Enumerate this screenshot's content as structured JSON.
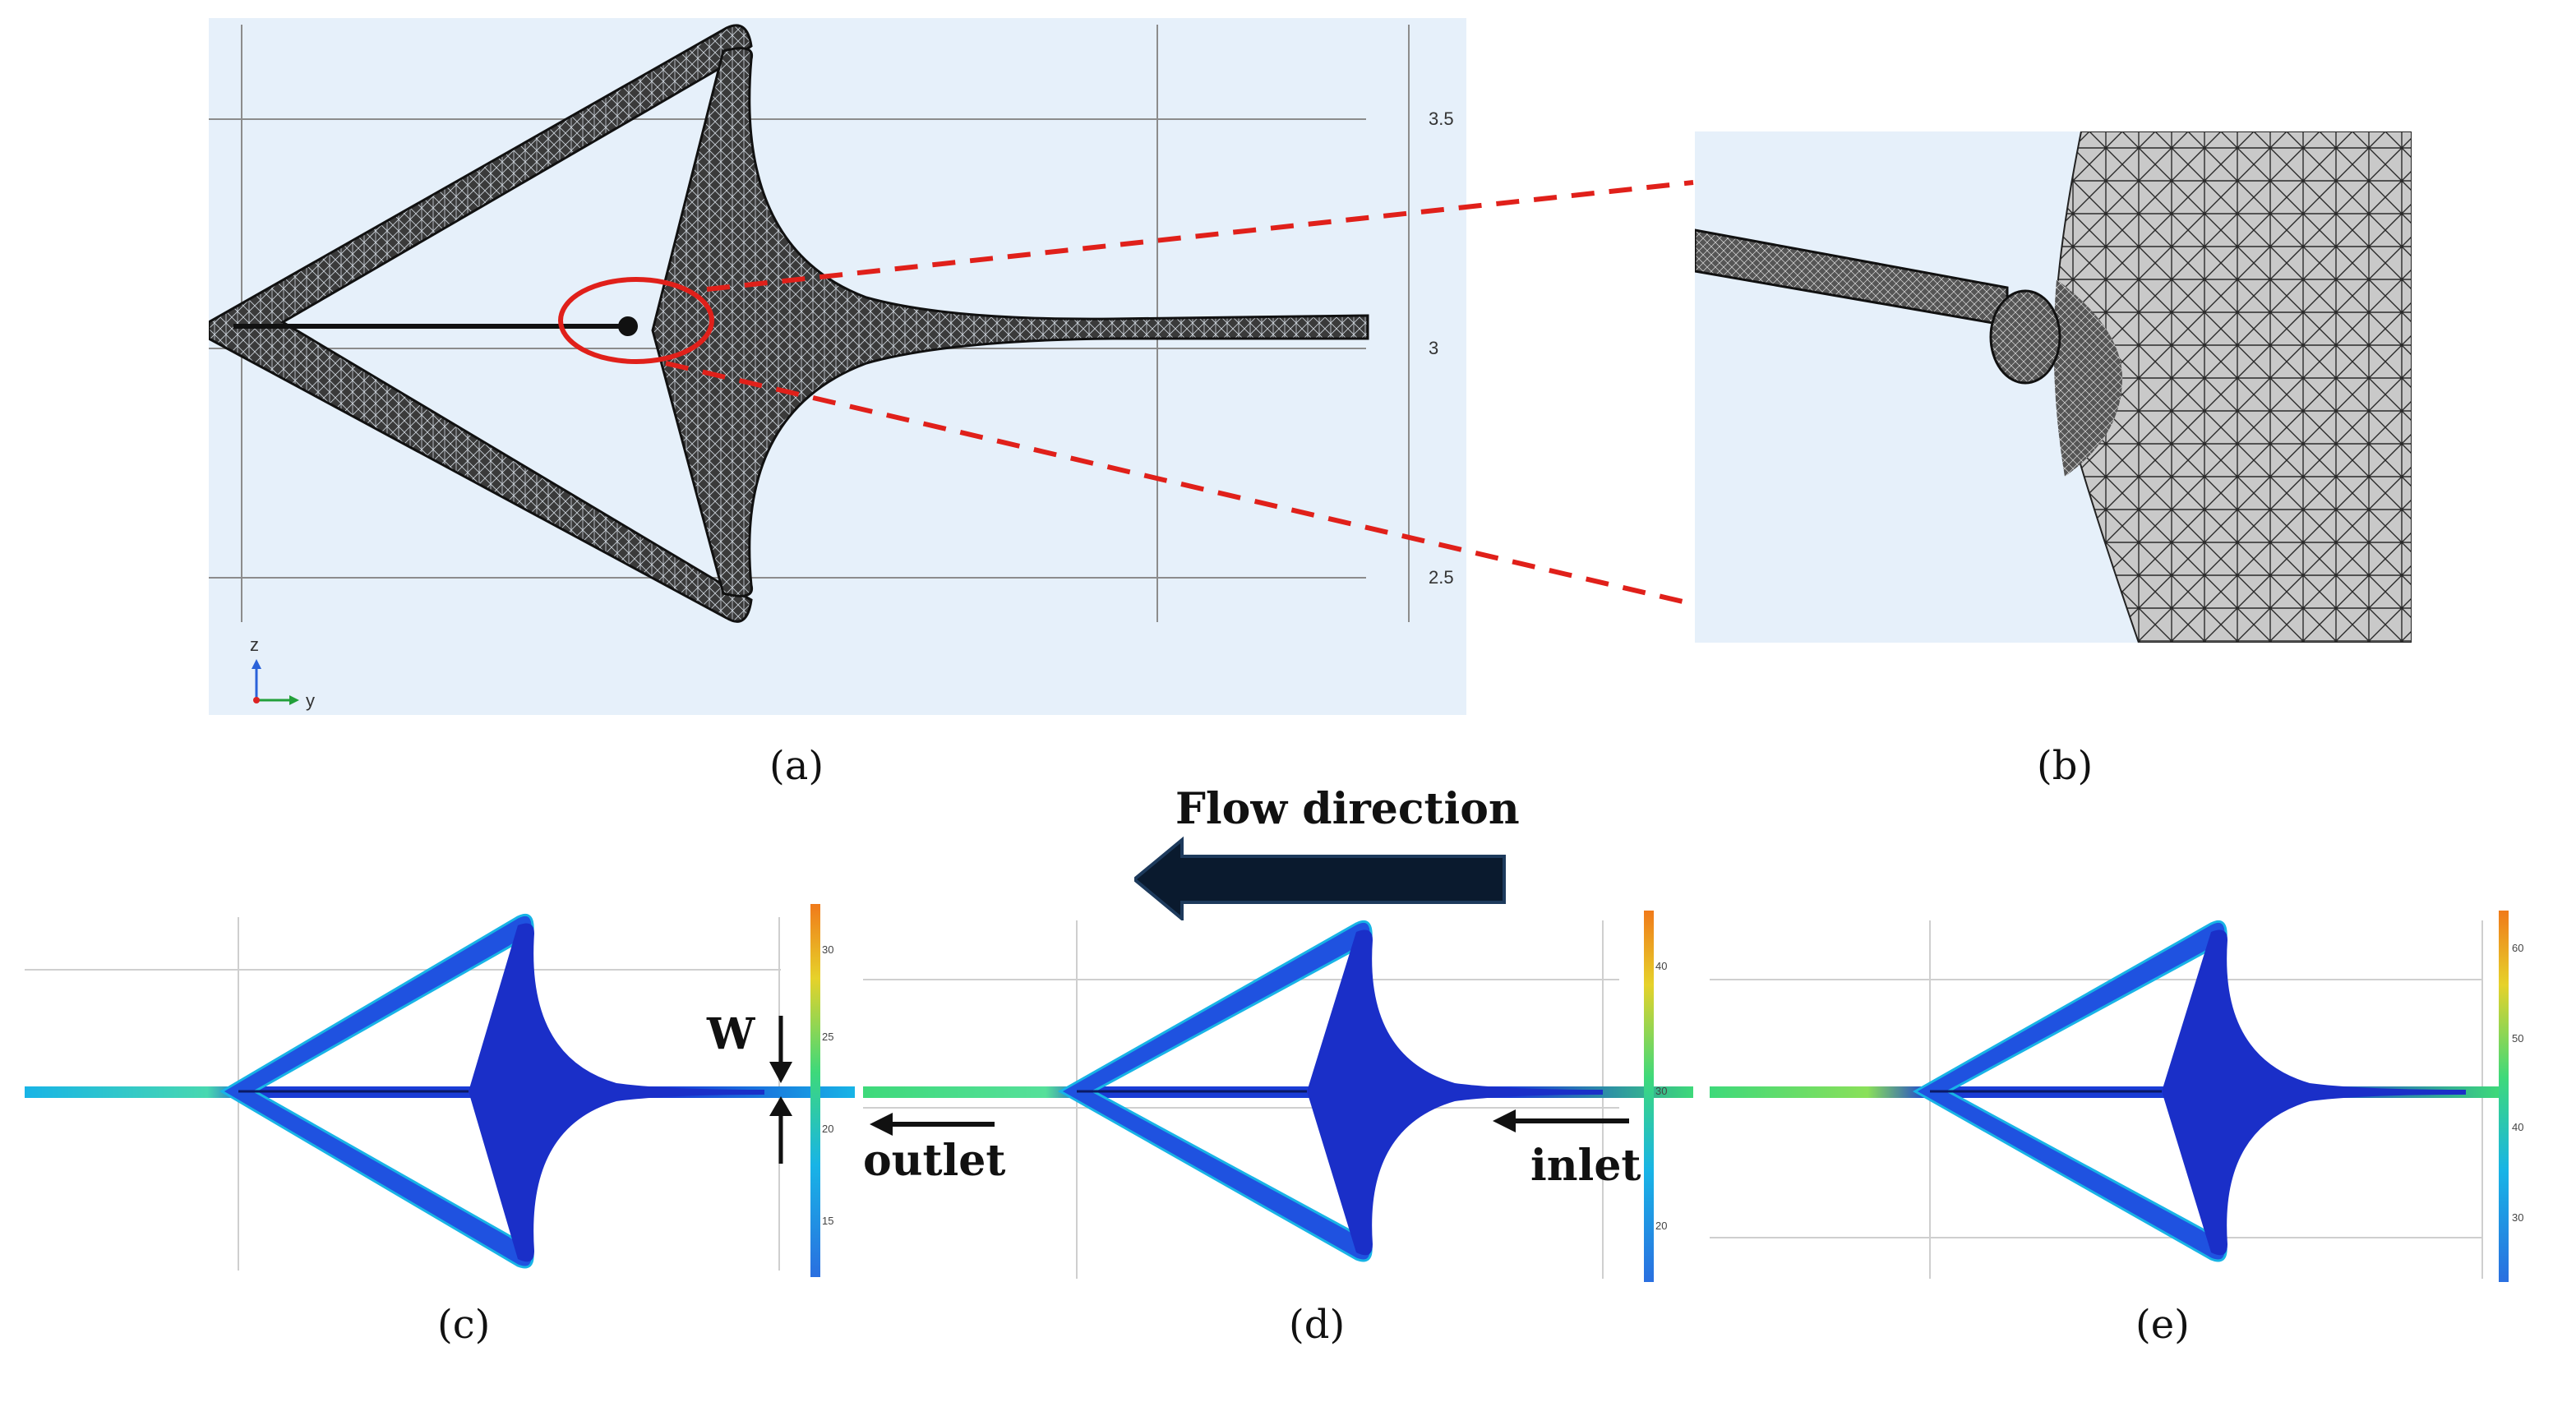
{
  "panels": {
    "a": {
      "caption": "(a)",
      "ticks": [
        "3.5",
        "3",
        "2.5"
      ],
      "axis_z": "z",
      "axis_y": "y"
    },
    "b": {
      "caption": "(b)"
    },
    "c": {
      "caption": "(c)",
      "colorbar_ticks": [
        "30",
        "25",
        "20",
        "15"
      ],
      "w_label": "W"
    },
    "d": {
      "caption": "(d)",
      "colorbar_ticks": [
        "40",
        "30",
        "20"
      ],
      "outlet_label": "outlet",
      "inlet_label": "inlet"
    },
    "e": {
      "caption": "(e)",
      "colorbar_ticks": [
        "60",
        "50",
        "40",
        "30"
      ]
    }
  },
  "flow_direction": "Flow direction",
  "colors": {
    "mesh_bg": "#e6f0fa",
    "mesh": "#222222",
    "callout": "#e0201a",
    "arrow": "#0a1a2e",
    "flow_blue": "#1a3cd6",
    "flow_cyan": "#18b4e6",
    "flow_green": "#3ed97a"
  }
}
